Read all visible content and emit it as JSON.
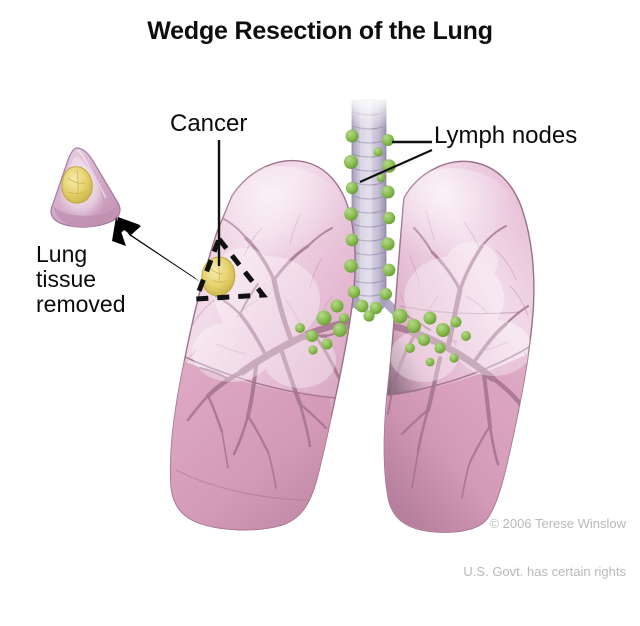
{
  "figure": {
    "title": "Wedge Resection of the Lung",
    "type": "medical-illustration",
    "background_color": "#ffffff"
  },
  "labels": {
    "cancer": "Cancer",
    "lymph_nodes": "Lymph nodes",
    "lung_tissue_removed": "Lung\ntissue\nremoved"
  },
  "credit": {
    "line1": "© 2006 Terese Winslow",
    "line2": "U.S. Govt. has certain rights"
  },
  "anatomy": {
    "parts": [
      {
        "name": "trachea",
        "description": "Cartilage-ringed airway descending in midline",
        "color": "#b6aec6"
      },
      {
        "name": "left-lung",
        "description": "Patient's left lung shown on viewer's left with wedge resection site",
        "color": "#ddaac4"
      },
      {
        "name": "right-lung",
        "description": "Patient's right lung shown on viewer's right",
        "color": "#ddaac4"
      },
      {
        "name": "bronchial-tree",
        "description": "Branching bronchi and vessels within each lung",
        "color": "#a4738d"
      },
      {
        "name": "lymph-nodes",
        "description": "Green nodules along trachea and at hilum of both lungs",
        "color": "#7fb347"
      },
      {
        "name": "tumor",
        "description": "Yellow cancer nodule in upper left lung",
        "color": "#e4d36a"
      },
      {
        "name": "resection-outline",
        "description": "Black dashed triangle marking wedge of tissue to be removed",
        "color": "#111111"
      },
      {
        "name": "excised-wedge",
        "description": "Removed cone-shaped lung specimen containing the tumor",
        "color": "#d7b0cd"
      },
      {
        "name": "callout-arrow",
        "description": "Black arrow pointing from resection site to excised wedge",
        "color": "#000000"
      }
    ]
  },
  "colors": {
    "lung_light": "#f0d7e4",
    "lung_mid": "#dfaec8",
    "lung_deep": "#c286a8",
    "lung_lower_lobe": "#cf94b4",
    "bronchi": "#9c6b85",
    "trachea": "#b7b0c8",
    "lymph_node": "#84b84a",
    "lymph_node_dark": "#5d8f2e",
    "tumor": "#e6d471",
    "tumor_dark": "#c9b347",
    "outline": "#7a5068",
    "text": "#0b0b0b",
    "credit_text": "#b9b9b9"
  }
}
